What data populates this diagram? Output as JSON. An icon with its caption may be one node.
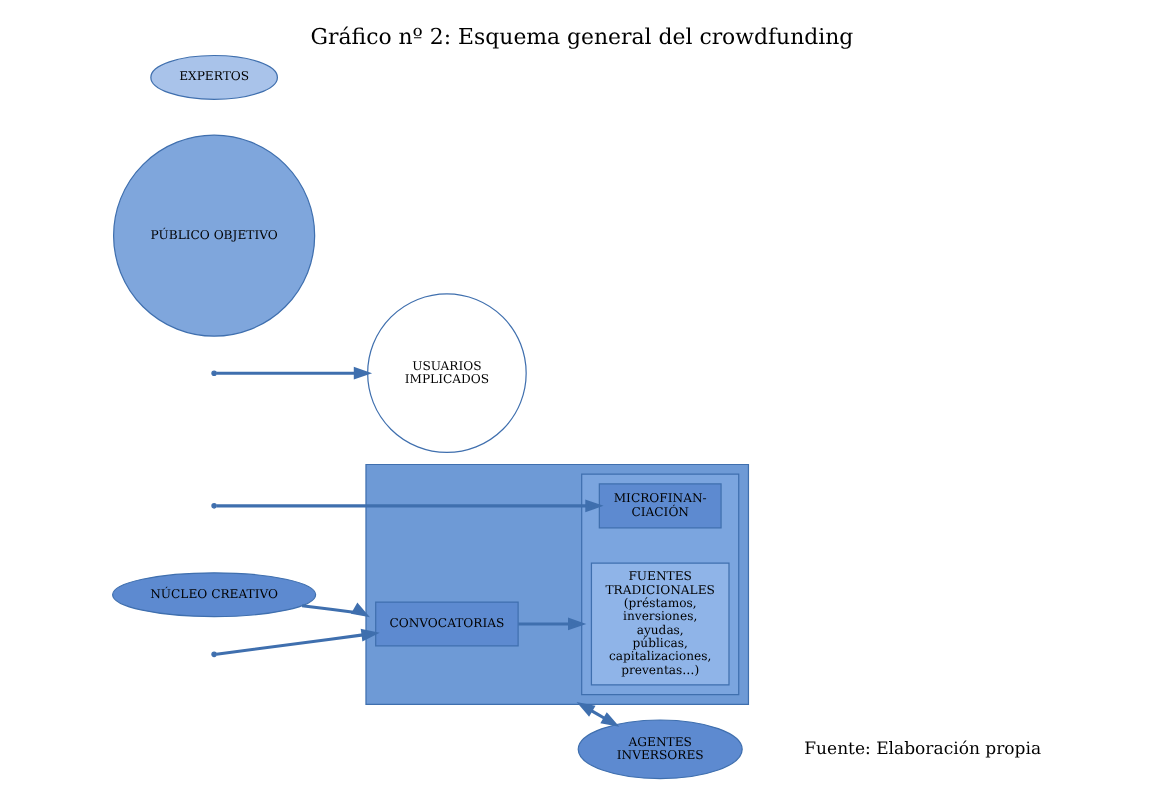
{
  "diagram": {
    "title": "Gráfico nº 2: Esquema general del crowdfunding",
    "caption": "Fuente: Elaboración propia",
    "nodes": [
      {
        "text": [],
        "shape": "box"
      },
      {
        "text": [
          "CONVOCATORIAS"
        ],
        "in": 0
      },
      {
        "text": [],
        "shape": "box",
        "in": 0
      },
      {
        "text": [
          "FUENTES TRADICIONALES",
          "(préstamos, inversiones, ayudas, públicas, capitalizaciones, preventas…)"
        ],
        "in": 2
      },
      {
        "text": [
          "MICROFINAN- CIACIÓN"
        ],
        "in": 2
      },
      {
        "text": [
          "USUARIOS IMPLICADOS"
        ]
      },
      {
        "text": [
          "PÚBLICO OBJETIVO"
        ]
      },
      {
        "text": [
          "NÚCLEO CREATIVO"
        ]
      },
      {
        "text": [
          "EXPERTOS"
        ]
      },
      {
        "text": [
          "AGENTES INVERSORES"
        ]
      }
    ],
    "edges": [
      {
        "from": null,
        "to": 1,
        "arrow": "to"
      },
      {
        "from": null,
        "to": 4,
        "arrow": "to"
      },
      {
        "from": null,
        "to": 5,
        "arrow": "to"
      },
      {
        "from": 1,
        "to": 2,
        "arrow": "to"
      },
      {
        "from": 7,
        "to": 0,
        "arrow": "to"
      },
      {
        "from": 0,
        "to": 9,
        "arrow": "both"
      }
    ]
  }
}
